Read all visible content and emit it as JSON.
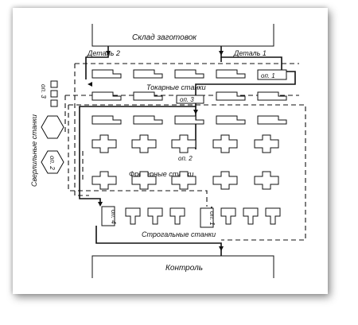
{
  "labels": {
    "warehouse": "Склад заготовок",
    "part2": "Деталь 2",
    "part1": "Деталь 1",
    "lathes": "Токарные станки",
    "milling": "Фрезерные станки",
    "planing": "Строгальные станки",
    "drilling": "Сверлильные станки",
    "control": "Контроль",
    "op1": "оп. 1",
    "op2": "оп. 2",
    "op3": "оп. 3",
    "op2_drill": "оп. 2",
    "op3_side": "оп. 3",
    "op4": "оп. 4",
    "op1_planing": "оп. 1"
  }
}
